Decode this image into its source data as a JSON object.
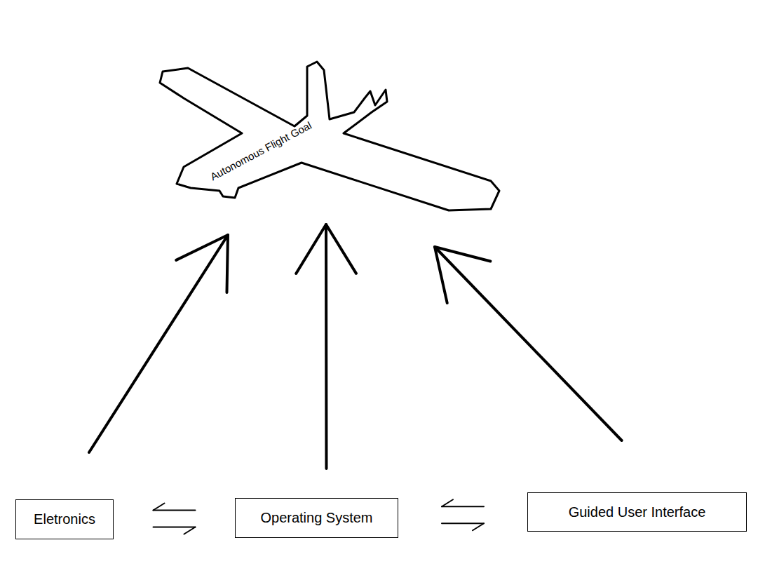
{
  "diagram": {
    "nodes": [
      {
        "text": [
          "Autonomous Flight Goal"
        ]
      },
      {
        "text": [
          "Eletronics"
        ]
      },
      {
        "text": [
          "Operating System"
        ]
      },
      {
        "text": [
          "Guided User Interface"
        ]
      }
    ],
    "edges": [
      {
        "from": 1,
        "to": 0,
        "arrow": "to"
      },
      {
        "from": 2,
        "to": 0,
        "arrow": "to"
      },
      {
        "from": 3,
        "to": 0,
        "arrow": "to"
      },
      {
        "from": 1,
        "to": 2,
        "arrow": "both"
      },
      {
        "from": 2,
        "to": 3,
        "arrow": "both"
      }
    ]
  }
}
